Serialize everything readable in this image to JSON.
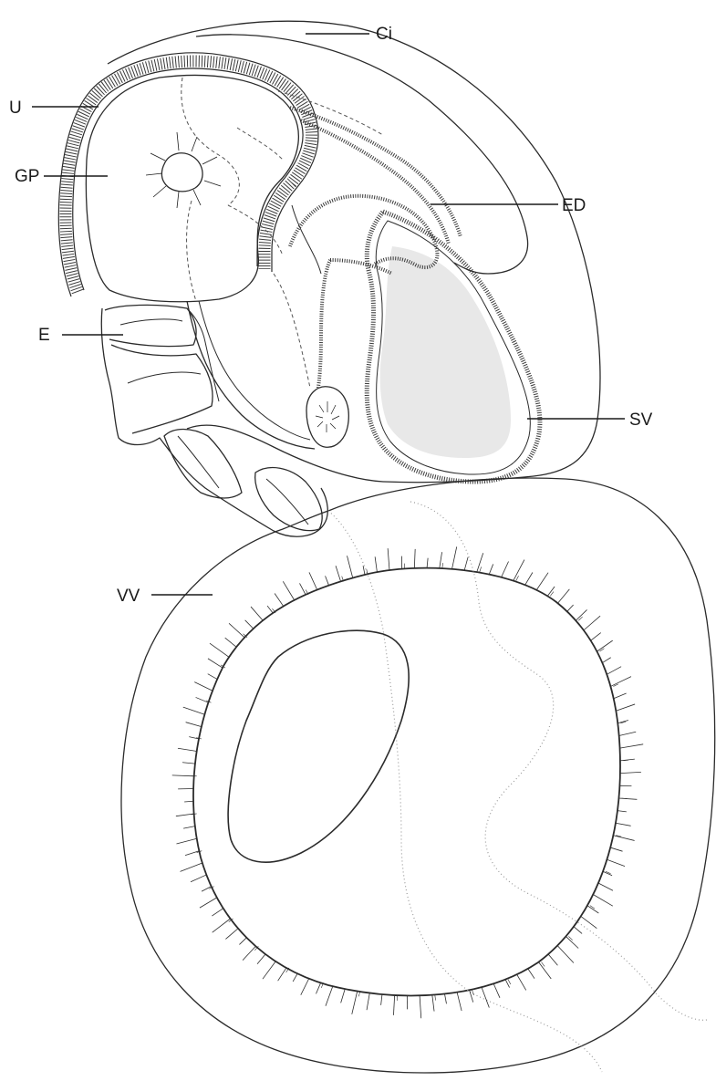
{
  "labels": {
    "ci": "Ci",
    "u": "U",
    "gp": "GP",
    "ed": "ED",
    "e": "E",
    "sv": "SV",
    "vv": "VV"
  }
}
